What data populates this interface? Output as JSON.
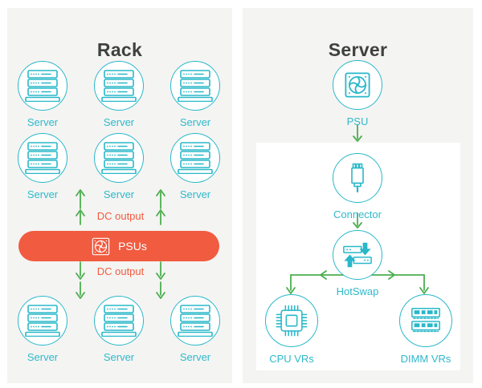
{
  "colors": {
    "teal": "#29b8c9",
    "orange": "#f15b40",
    "green": "#4cae50",
    "panel_background": "#f4f4f2",
    "page_background": "#ffffff",
    "title_text": "#3f4040"
  },
  "rack": {
    "title": "Rack",
    "top_servers": [
      "Server",
      "Server",
      "Server"
    ],
    "middle_servers": [
      "Server",
      "Server",
      "Server"
    ],
    "bottom_servers": [
      "Server",
      "Server",
      "Server"
    ],
    "dc_output_top_label": "DC output",
    "dc_output_bottom_label": "DC output",
    "psus_label": "PSUs"
  },
  "server": {
    "title": "Server",
    "psu_label": "PSU",
    "connector_label": "Connector",
    "hotswap_label": "HotSwap",
    "cpu_vrs_label": "CPU VRs",
    "dimm_vrs_label": "DIMM VRs"
  },
  "icons": [
    "server-icon",
    "psu-fan-icon",
    "connector-icon",
    "hotswap-icon",
    "cpu-chip-icon",
    "dimm-memory-icon"
  ]
}
